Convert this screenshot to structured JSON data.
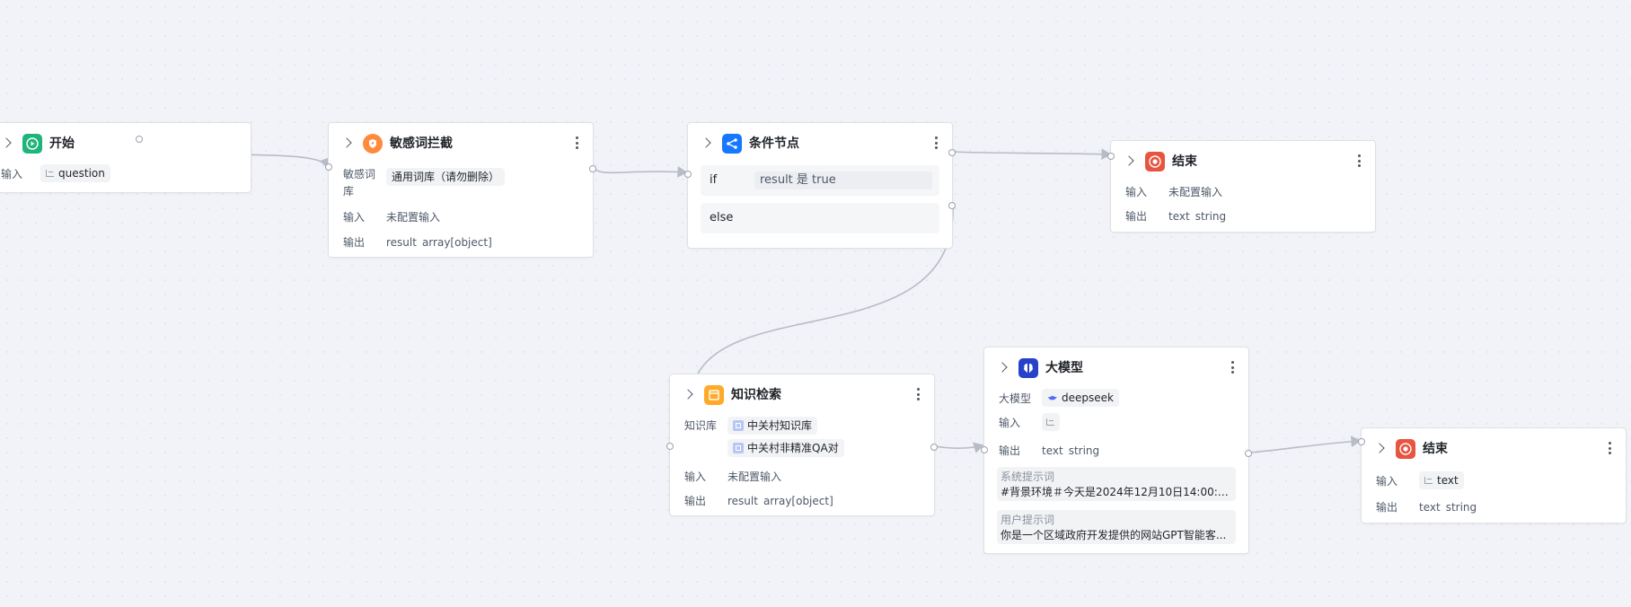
{
  "nodes": {
    "start": {
      "title": "开始",
      "input_label": "输入",
      "input_var": "question"
    },
    "sensitive": {
      "title": "敏感词拦截",
      "lib_label": "敏感词库",
      "lib_value": "通用词库（请勿删除）",
      "input_label": "输入",
      "input_value": "未配置输入",
      "output_label": "输出",
      "output_name": "result",
      "output_type": "array[object]"
    },
    "condition": {
      "title": "条件节点",
      "if_label": "if",
      "if_expr": "result 是 true",
      "else_label": "else"
    },
    "end1": {
      "title": "结束",
      "input_label": "输入",
      "input_value": "未配置输入",
      "output_label": "输出",
      "output_name": "text",
      "output_type": "string"
    },
    "knowledge": {
      "title": "知识检索",
      "kb_label": "知识库",
      "kb_items": [
        "中关村知识库",
        "中关村非精准QA对"
      ],
      "input_label": "输入",
      "input_value": "未配置输入",
      "output_label": "输出",
      "output_name": "result",
      "output_type": "array[object]"
    },
    "llm": {
      "title": "大模型",
      "model_label": "大模型",
      "model_value": "deepseek",
      "input_label": "输入",
      "output_label": "输出",
      "output_name": "text",
      "output_type": "string",
      "system_prompt_label": "系统提示词",
      "system_prompt_text": "#背景环境＃今天是2024年12月10日14:00:00...",
      "user_prompt_label": "用户提示词",
      "user_prompt_text": "你是一个区域政府开发提供的网站GPT智能客..."
    },
    "end2": {
      "title": "结束",
      "input_label": "输入",
      "input_var": "text",
      "output_label": "输出",
      "output_name": "text",
      "output_type": "string"
    }
  },
  "icons": {
    "start": "play-circle-icon",
    "sensitive": "shield-icon",
    "condition": "branch-icon",
    "end": "stop-icon",
    "knowledge": "book-icon",
    "llm": "brain-icon",
    "model": "whale-icon"
  },
  "colors": {
    "start": "#1fb57a",
    "sensitive": "#ff8a3d",
    "condition": "#1677ff",
    "end": "#e8543f",
    "knowledge": "#ffa928",
    "llm": "#2742c8",
    "edge": "#b8bcc6"
  }
}
